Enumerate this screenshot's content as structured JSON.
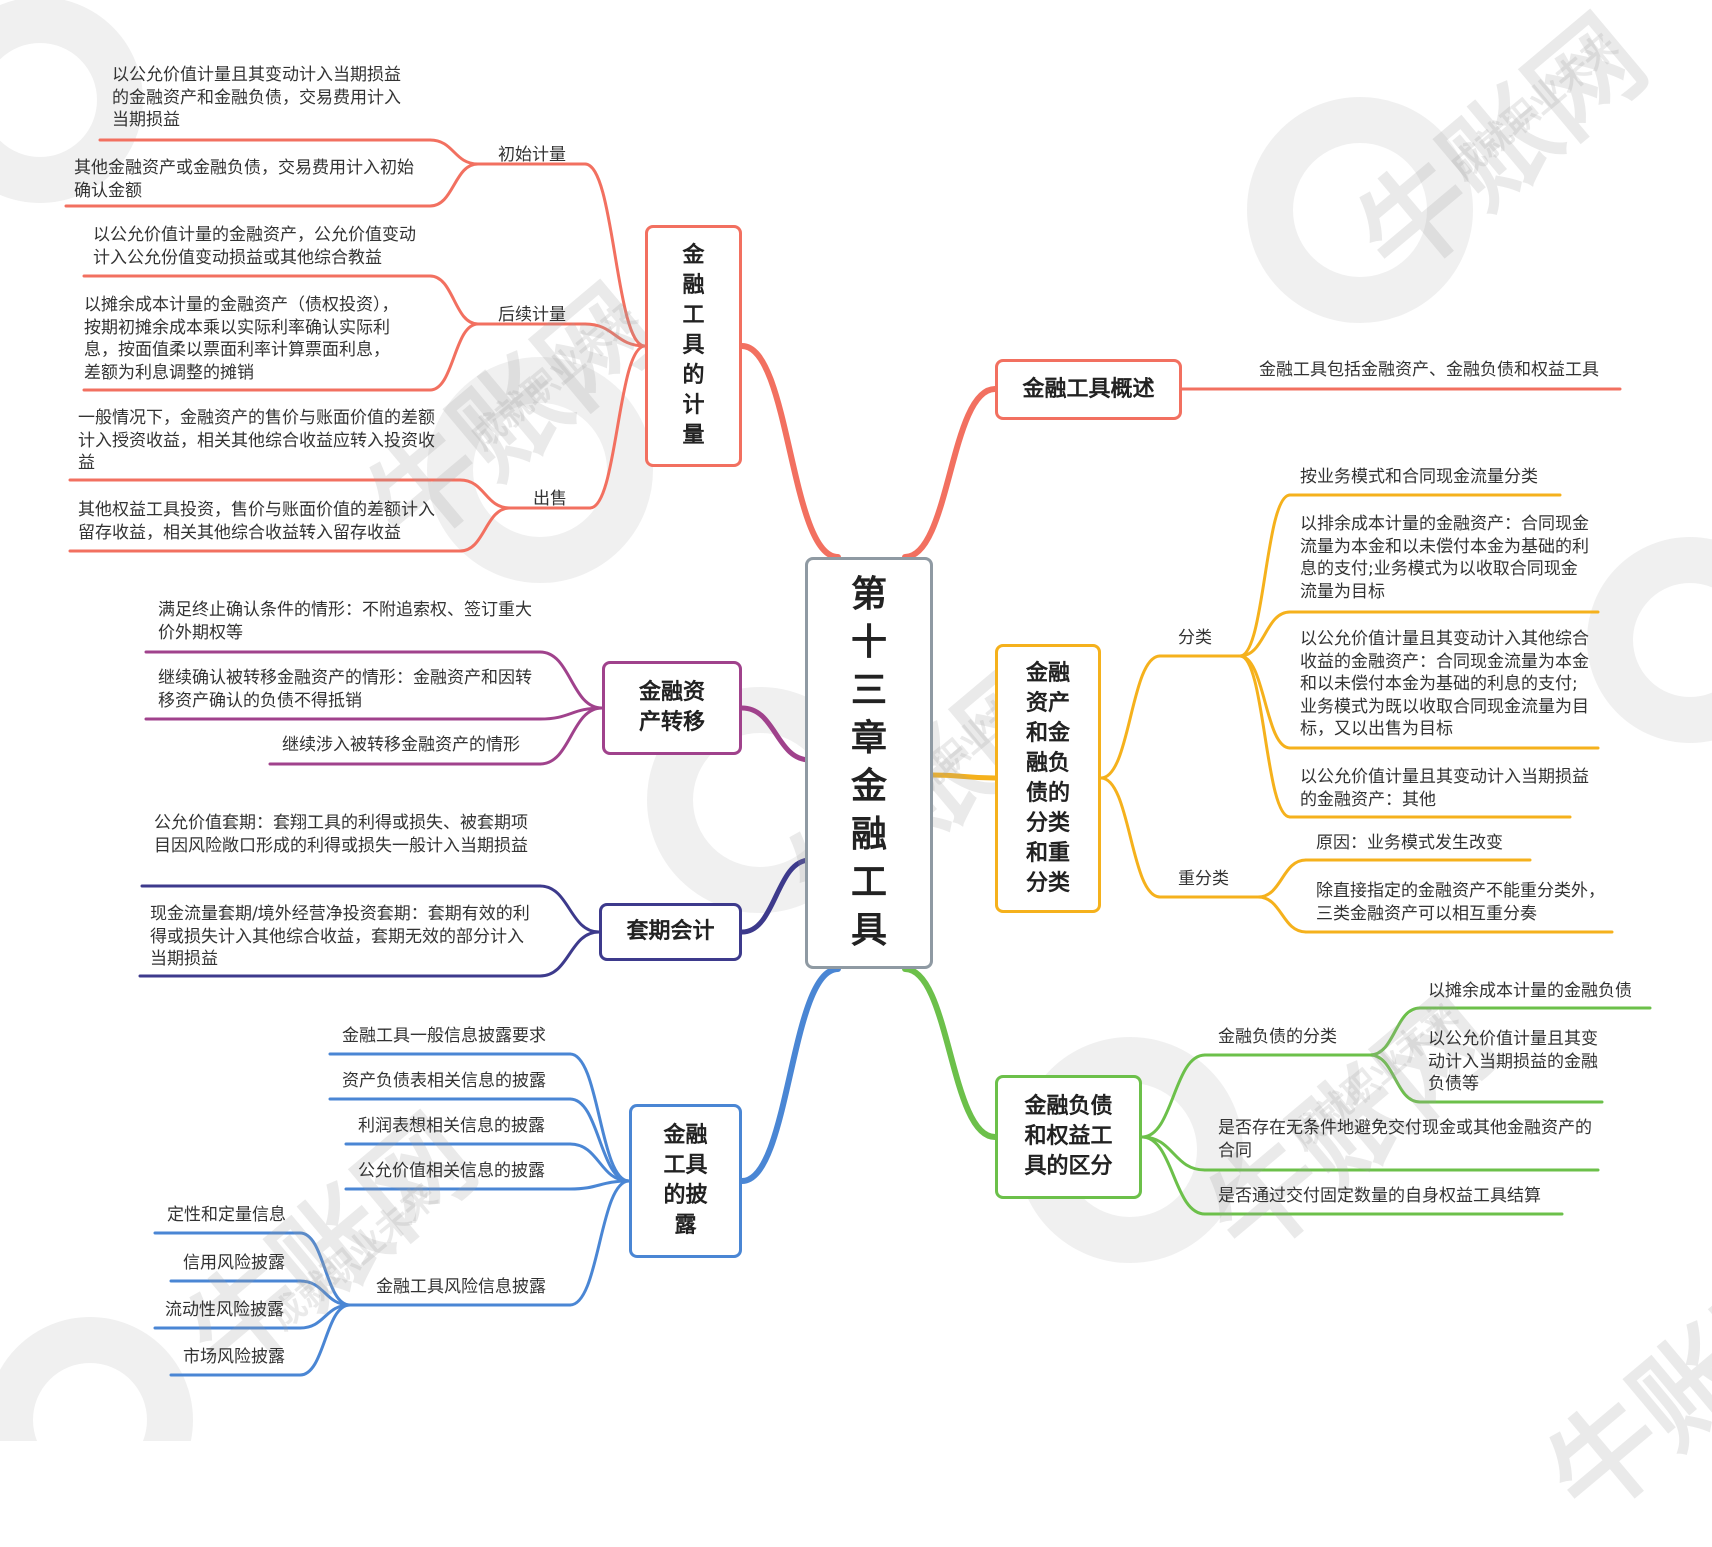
{
  "root": {
    "title": "第十三章金融工具"
  },
  "watermark": {
    "brand": "牛账网",
    "slogan": "成就职业未来"
  },
  "measurement": {
    "title": "金融工具的计量",
    "color": "#f27060",
    "initial": {
      "label": "初始计量",
      "items": [
        "以公允价值计量且其变动计入当期损益的金融资产和金融负债，交易费用计入当期损益",
        "其他金融资产或金融负债，交易费用计入初始确认金额"
      ]
    },
    "subsequent": {
      "label": "后续计量",
      "items": [
        "以公允价值计量的金融资产，公允价值变动计入公允份值变动损益或其他综合教益",
        "以摊余成本计量的金融资产（债权投资），按期初摊余成本乘以实际利率确认实际利息，按面值柔以票面利率计算票面利息，差额为利息调整的摊销"
      ]
    },
    "sale": {
      "label": "出售",
      "items": [
        "一般情况下，金融资产的售价与账面价值的差额计入授资收益，相关其他综合收益应转入投资收益",
        "其他权益工具投资，售价与账面价值的差额计入留存收益，相关其他综合收益转入留存收益"
      ]
    }
  },
  "transfer": {
    "title": "金融资产转移",
    "color": "#a0428c",
    "items": [
      "满足终止确认条件的情形：不附追索权、签订重大价外期权等",
      "继续确认被转移金融资产的情形：金融资产和因转移资产确认的负债不得抵销",
      "继续涉入被转移金融资产的情形"
    ]
  },
  "hedge": {
    "title": "套期会计",
    "color": "#3d3a8c",
    "items": [
      "公允价值套期：套翔工具的利得或损失、被套期项目因风险敞口形成的利得或损失一般计入当期损益",
      "现金流量套期/境外经营净投资套期：套期有效的利得或损失计入其他综合收益，套期无效的部分计入当期损益"
    ]
  },
  "disclosure": {
    "title": "金融工具的披露",
    "color": "#4a86d4",
    "items": [
      "金融工具一般信息披露要求",
      "资产负债表相关信息的披露",
      "利润表想相关信息的披露",
      "公允价值相关信息的披露"
    ],
    "risk": {
      "label": "金融工具风险信息披露",
      "items": [
        "定性和定量信息",
        "信用风险披露",
        "流动性风险披露",
        "市场风险披露"
      ]
    }
  },
  "overview": {
    "title": "金融工具概述",
    "color": "#f27060",
    "items": [
      "金融工具包括金融资产、金融负债和权益工具"
    ]
  },
  "classification": {
    "title": "金融资产和金融负债的分类和重分类",
    "color": "#f5b11c",
    "classify": {
      "label": "分类",
      "items": [
        "按业务模式和合同现金流量分类",
        "以排余成本计量的金融资产：合同现金流量为本金和以未偿付本金为基础的利息的支付;业务模式为以收取合同现金流量为目标",
        "以公允价值计量且其变动计入其他综合收益的金融资产：合同现金流量为本金和以未偿付本金为基础的利息的支付;业务模式为既以收取合同现金流量为目标，又以出售为目标",
        "以公允价值计量且其变动计入当期损益的金融资产：其他"
      ]
    },
    "reclassify": {
      "label": "重分类",
      "items": [
        "原因：业务模式发生改变",
        "除直接指定的金融资产不能重分类外，三类金融资产可以相互重分奏"
      ]
    }
  },
  "distinction": {
    "title": "金融负债和权益工具的区分",
    "color": "#6cc04a",
    "liability": {
      "label": "金融负债的分类",
      "items": [
        "以摊余成本计量的金融负债",
        "以公允价值计量且其变动计入当期损益的金融负债等"
      ]
    },
    "items": [
      "是否存在无条件地避免交付现金或其他金融资产的合同",
      "是否通过交付固定数量的自身权益工具结算"
    ]
  }
}
